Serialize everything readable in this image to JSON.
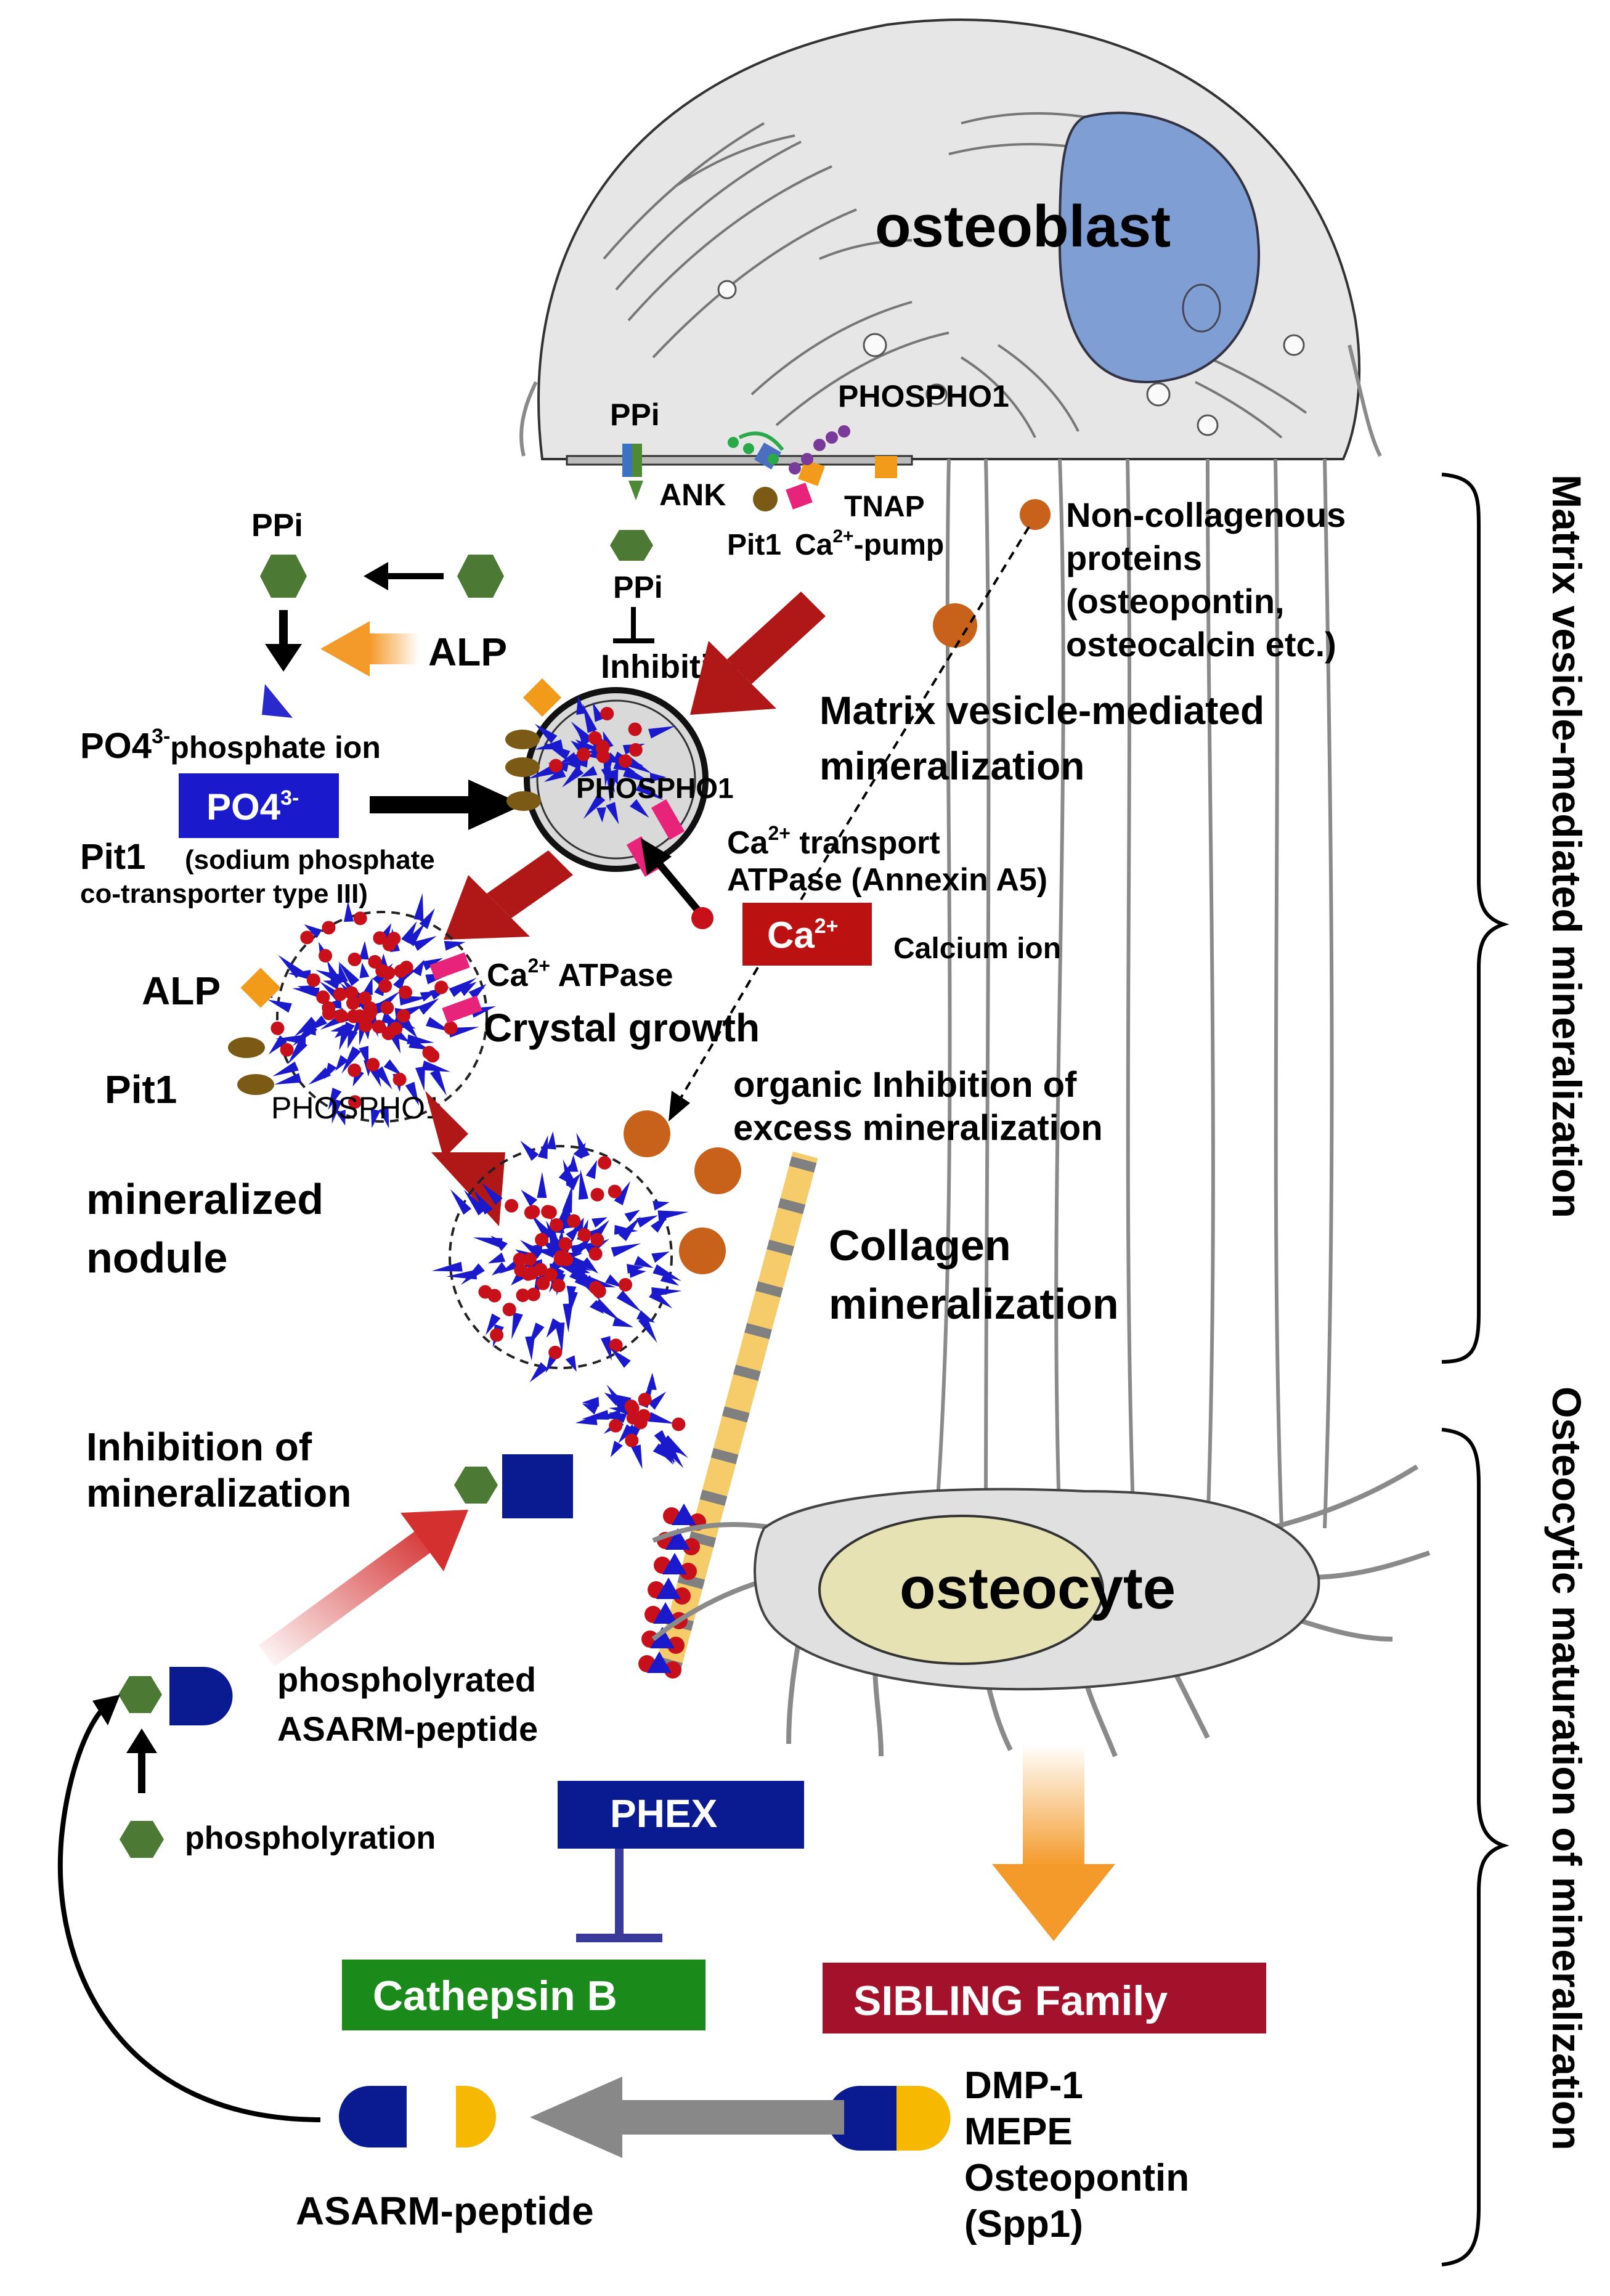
{
  "cells": {
    "osteoblast": "osteoblast",
    "osteocyte": "osteocyte"
  },
  "membrane": {
    "ppi": "PPi",
    "ank": "ANK",
    "phospho1": "PHOSPHO1",
    "tnap": "TNAP",
    "pit1": "Pit1",
    "ca_pump": "Ca",
    "ca_pump_sup": "2+",
    "ca_pump_tail": "-pump"
  },
  "left_cycle": {
    "ppi_top": "PPi",
    "alp": "ALP",
    "phosphate_ion_formula": "PO4",
    "phosphate_ion_sup": "3-",
    "phosphate_ion_label": "phosphate ion",
    "box_formula": "PO4",
    "box_sup": "3-",
    "pit1": "Pit1",
    "pit1_desc1": "(sodium phosphate",
    "pit1_desc2": "co-transporter type III)"
  },
  "vesicle": {
    "ppi": "PPi",
    "inhibition": "Inhibition",
    "phospho1": "PHOSPHO1",
    "ca_transport_1": "Ca",
    "ca_transport_sup": "2+",
    "ca_transport_2": " transport",
    "ca_transport_3": "ATPase  (Annexin A5)",
    "ca_box": "Ca",
    "ca_box_sup": "2+",
    "calcium_ion": "Calcium ion"
  },
  "ncp": {
    "line1": "Non-collagenous",
    "line2": "proteins",
    "line3": "(osteopontin,",
    "line4": "osteocalcin etc.)"
  },
  "mv_mineralization": {
    "line1": "Matrix vesicle-mediated",
    "line2": "mineralization"
  },
  "growth": {
    "alp": "ALP",
    "pit1": "Pit1",
    "ca_atpase": "Ca",
    "ca_atpase_sup": "2+",
    "ca_atpase_tail": " ATPase",
    "crystal_growth": "Crystal growth",
    "phospho1": "PHOSPHO1"
  },
  "nodule": {
    "line1": "mineralized",
    "line2": "nodule"
  },
  "organic_inhibition": {
    "line1": "organic Inhibition of",
    "line2": "excess mineralization"
  },
  "collagen": {
    "line1": "Collagen",
    "line2": "mineralization"
  },
  "inhibition": {
    "line1": "Inhibition of",
    "line2": "mineralization"
  },
  "asarm": {
    "phos_line1": "phospholyrated",
    "phos_line2": "ASARM-peptide",
    "phosphorylation": "phospholyration",
    "peptide": "ASARM-peptide"
  },
  "boxes": {
    "phex": "PHEX",
    "cathepsin": "Cathepsin B",
    "sibling": "SIBLING Family"
  },
  "sibling_members": [
    "DMP-1",
    "MEPE",
    "Osteopontin",
    "(Spp1)"
  ],
  "side_labels": {
    "upper": "Matrix vesicle-mediated  mineralization",
    "lower": "Osteocytic maturation of mineralization"
  },
  "colors": {
    "phosphate_blue": "#1a1acc",
    "calcium_red": "#bb1111",
    "alp_orange": "#f29a1a",
    "ppi_green": "#4c7a34",
    "pit1_brown": "#7a5a14",
    "pump_pink": "#e8247a",
    "cathepsin_green": "#1a8a1a",
    "sibling_red": "#a3122a",
    "phex_navy": "#0a1a90",
    "collagen_yellow": "#f6cc6a",
    "ncp_orange": "#c8621a",
    "nucleus_blue": "#7f9fd4",
    "osteocyte_nucleus": "#e6e2b4"
  }
}
